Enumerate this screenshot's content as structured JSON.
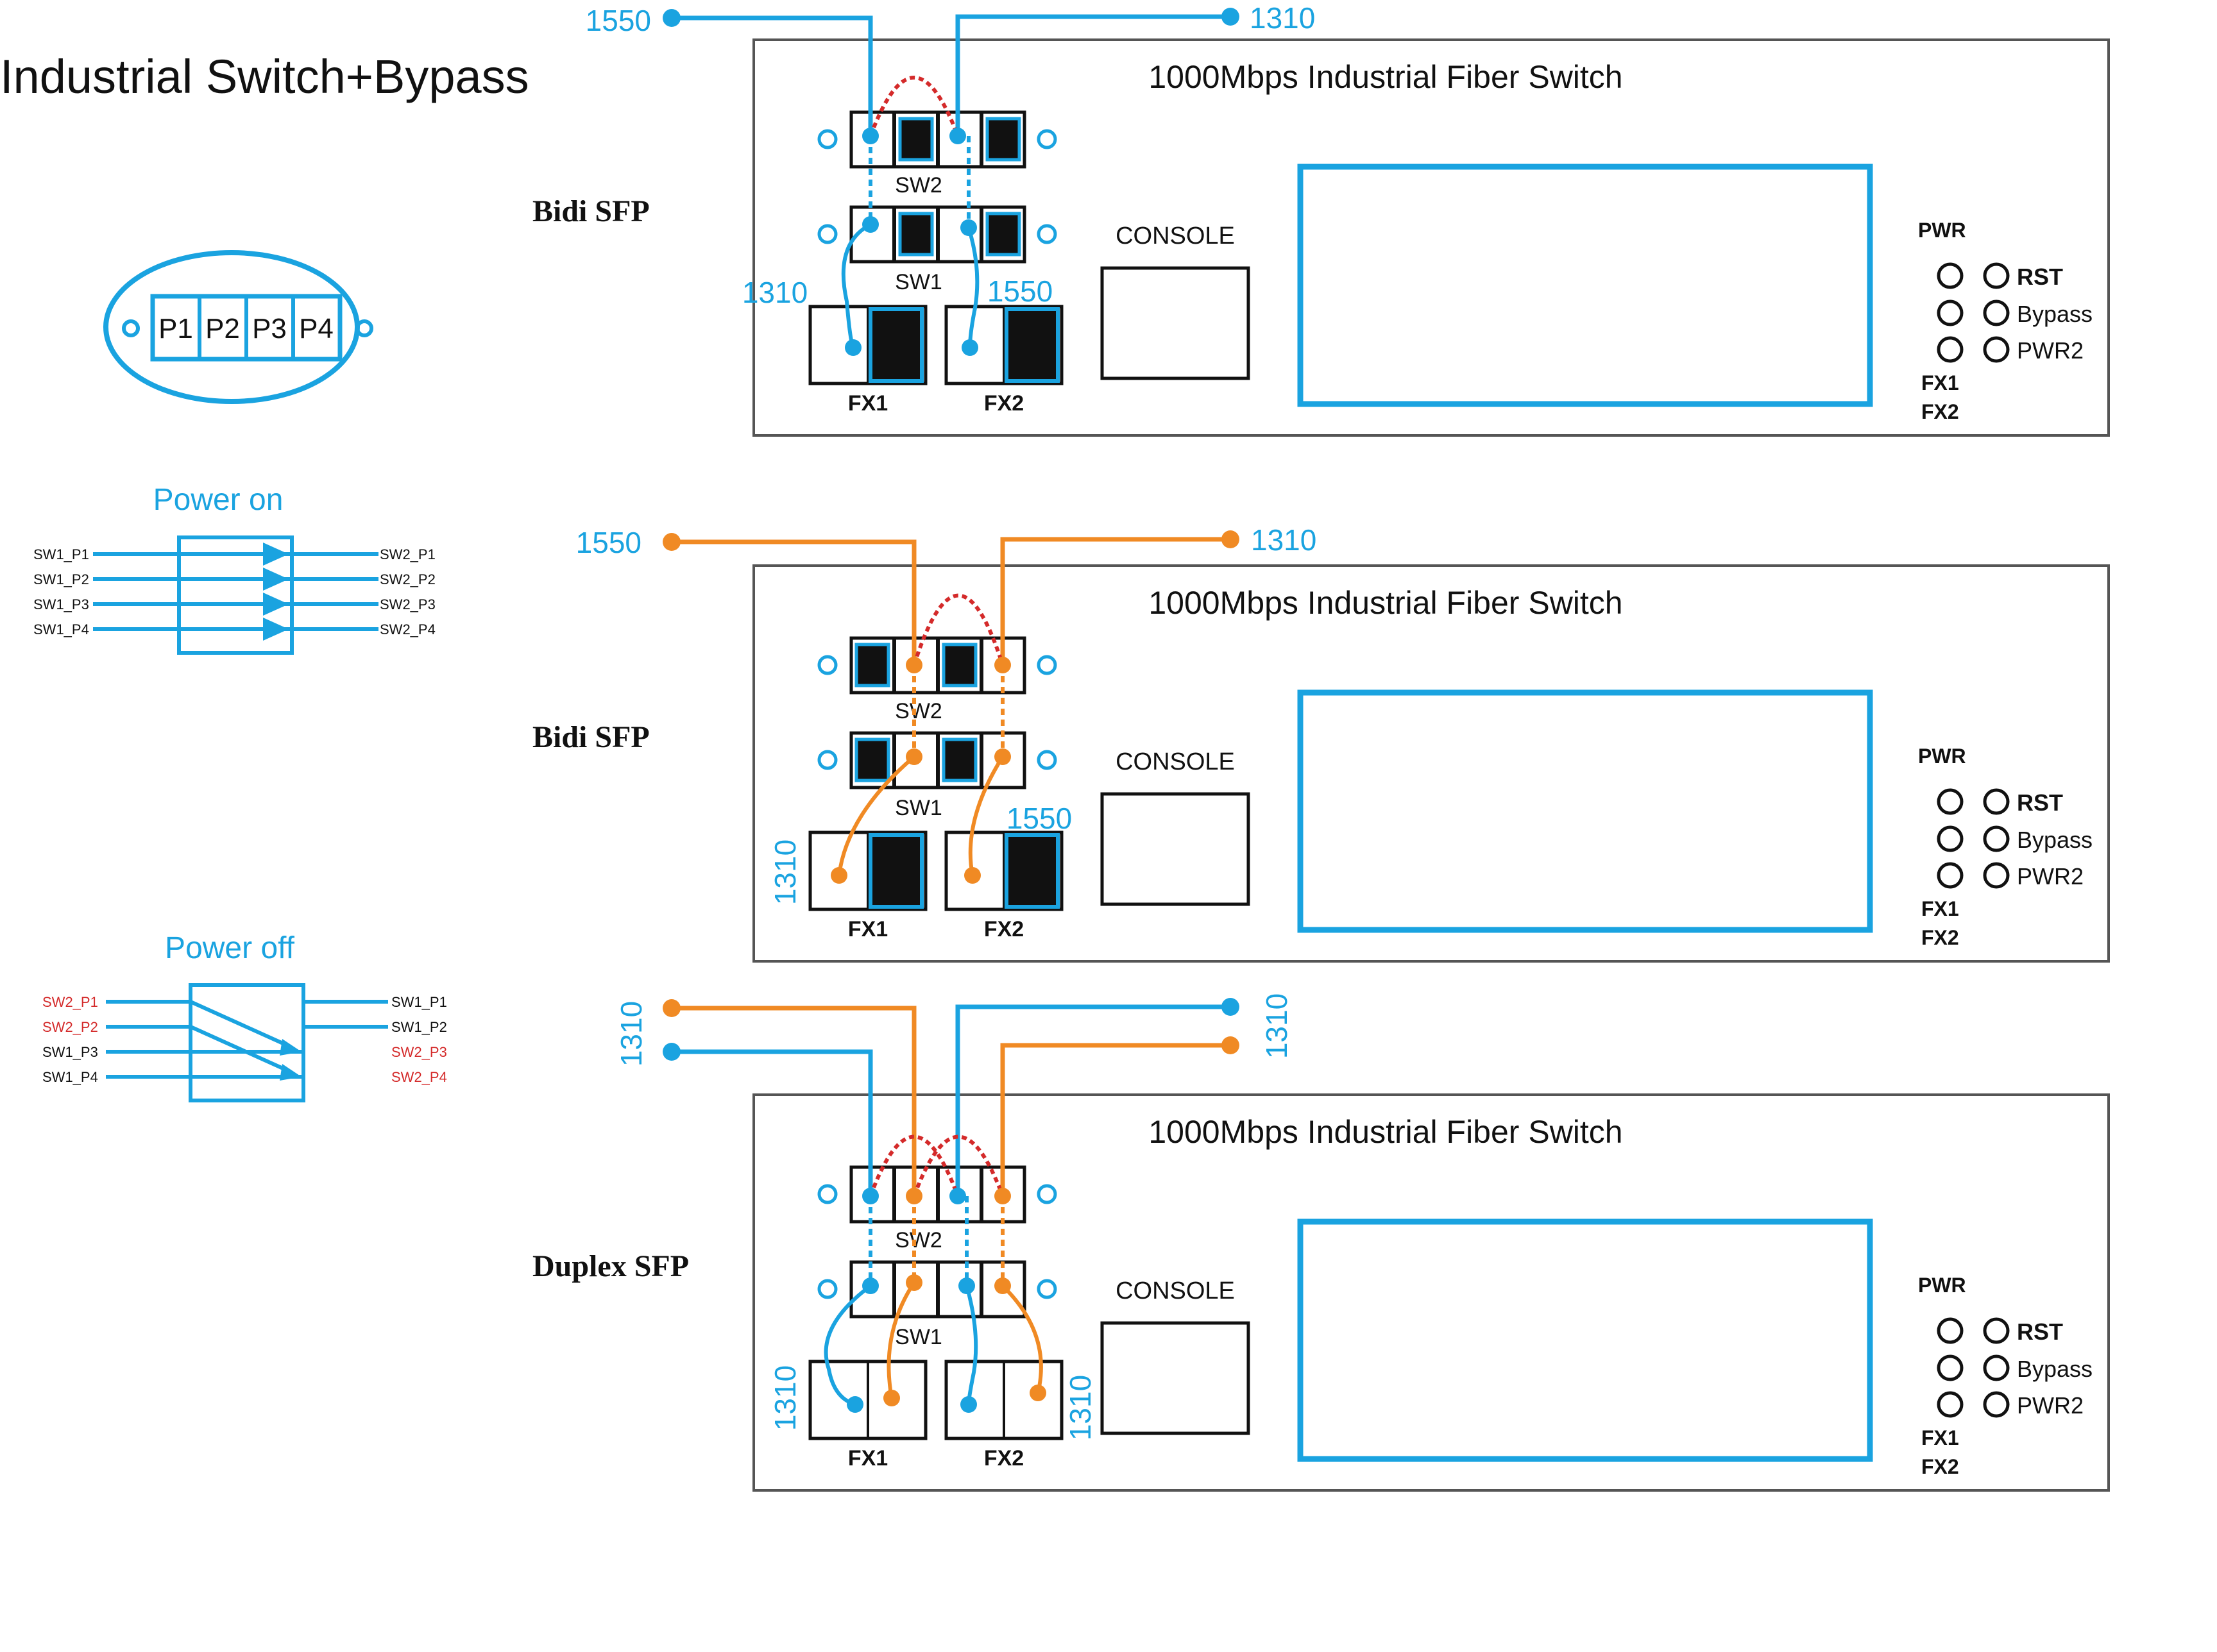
{
  "colors": {
    "blue": "#1aa3e0",
    "orange": "#f08a24",
    "red": "#d42a2a",
    "black": "#111111",
    "white": "#ffffff"
  },
  "title": "Industrial Switch+Bypass",
  "port_module": {
    "ports": [
      "P1",
      "P2",
      "P3",
      "P4"
    ]
  },
  "power_on": {
    "title": "Power on",
    "left": [
      "SW1_P1",
      "SW1_P2",
      "SW1_P3",
      "SW1_P4"
    ],
    "right": [
      "SW2_P1",
      "SW2_P2",
      "SW2_P3",
      "SW2_P4"
    ]
  },
  "power_off": {
    "title": "Power off",
    "left": [
      "SW2_P1",
      "SW2_P2",
      "SW1_P3",
      "SW1_P4"
    ],
    "right": [
      "SW1_P1",
      "SW1_P2",
      "SW2_P3",
      "SW2_P4"
    ],
    "left_red": [
      true,
      true,
      false,
      false
    ],
    "right_red": [
      false,
      false,
      true,
      true
    ]
  },
  "panels": [
    {
      "switch_title": "1000Mbps Industrial Fiber Switch",
      "sfp_label": "Bidi SFP",
      "sw2_label": "SW2",
      "sw1_label": "SW1",
      "fx1_label": "FX1",
      "fx2_label": "FX2",
      "console_label": "CONSOLE",
      "pwr_label": "PWR",
      "leds": [
        "RST",
        "Bypass",
        "PWR2"
      ],
      "fx_leds": [
        "FX1",
        "FX2"
      ],
      "wavelengths": [
        "1550",
        "1310",
        "1310",
        "1550"
      ]
    },
    {
      "switch_title": "1000Mbps Industrial Fiber Switch",
      "sfp_label": "Bidi SFP",
      "sw2_label": "SW2",
      "sw1_label": "SW1",
      "fx1_label": "FX1",
      "fx2_label": "FX2",
      "console_label": "CONSOLE",
      "pwr_label": "PWR",
      "leds": [
        "RST",
        "Bypass",
        "PWR2"
      ],
      "fx_leds": [
        "FX1",
        "FX2"
      ],
      "wavelengths": [
        "1550",
        "1310",
        "1310",
        "1550"
      ]
    },
    {
      "switch_title": "1000Mbps Industrial Fiber Switch",
      "sfp_label": "Duplex SFP",
      "sw2_label": "SW2",
      "sw1_label": "SW1",
      "fx1_label": "FX1",
      "fx2_label": "FX2",
      "console_label": "CONSOLE",
      "pwr_label": "PWR",
      "leds": [
        "RST",
        "Bypass",
        "PWR2"
      ],
      "fx_leds": [
        "FX1",
        "FX2"
      ],
      "wavelengths": [
        "1310",
        "1310",
        "1310",
        "1310"
      ]
    }
  ]
}
